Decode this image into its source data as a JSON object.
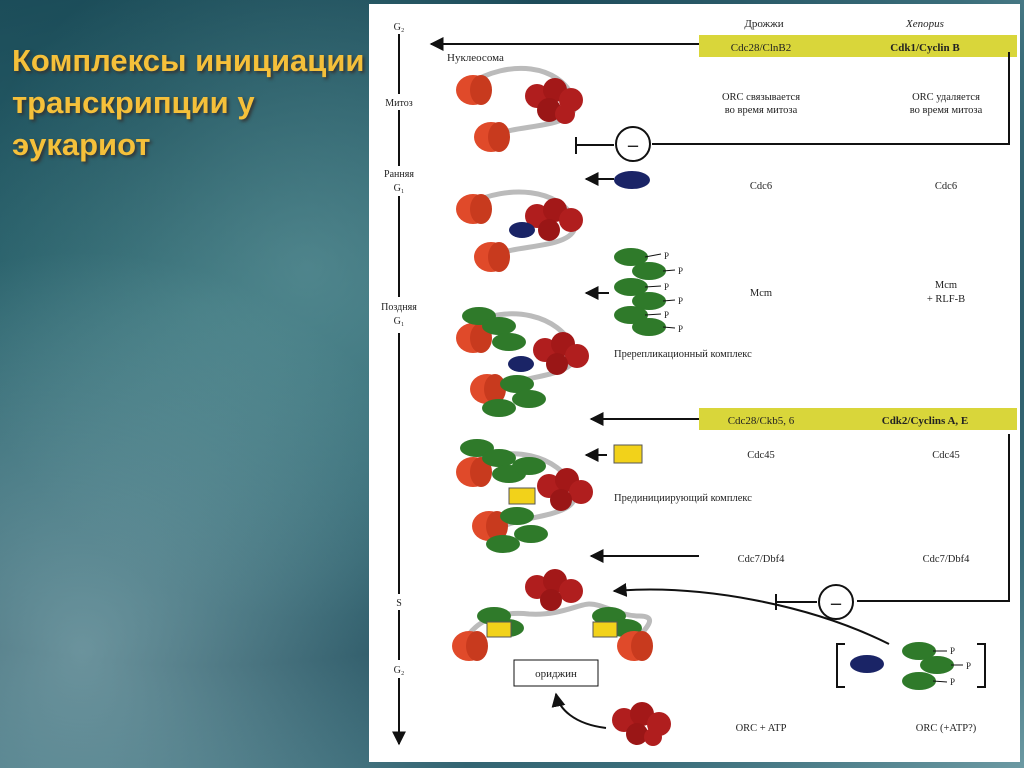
{
  "slide": {
    "title": "Комплексы инициации транскрипции у эукариот"
  },
  "figure": {
    "col_yeast": "Дрожжи",
    "col_xenopus": "Xenopus",
    "phases": {
      "g2_top": "G₂",
      "mitosis": "Митоз",
      "early_g1_a": "Ранняя",
      "early_g1_b": "G₁",
      "late_g1_a": "Поздняя",
      "late_g1_b": "G₁",
      "s": "S",
      "g2_bottom": "G₂"
    },
    "labels": {
      "nucleosome": "Нуклеосома",
      "prerep": "Пререпликационный комплекс",
      "preinit": "Прединициирующий комплекс",
      "origin": "ориджин",
      "p": "P"
    },
    "minus_symbol": "–",
    "rows": [
      {
        "yeast": "Cdc28/ClnB2",
        "xenopus": "Cdk1/Cyclin B"
      },
      {
        "yeast_a": "ORC связывается",
        "yeast_b": "во время митоза",
        "xenopus_a": "ORC удаляется",
        "xenopus_b": "во время митоза"
      },
      {
        "yeast": "Cdc6",
        "xenopus": "Cdc6"
      },
      {
        "yeast": "Mcm",
        "xenopus_a": "Mcm",
        "xenopus_b": "+ RLF-B"
      },
      {
        "yeast": "Cdc28/Ckb5, 6",
        "xenopus": "Cdk2/Cyclins A, E"
      },
      {
        "yeast": "Cdc45",
        "xenopus": "Cdc45"
      },
      {
        "yeast": "Cdc7/Dbf4",
        "xenopus": "Cdc7/Dbf4"
      },
      {
        "yeast": "ORC + ATP",
        "xenopus": "ORC (+ATP?)"
      }
    ],
    "colors": {
      "kinase_band": "#d9d63a",
      "nucleosome": "#e04a2a",
      "orc": "#b01e1e",
      "mcm": "#2f7a2a",
      "cdc6": "#1a2466",
      "cdc45": "#f2d21a"
    }
  }
}
